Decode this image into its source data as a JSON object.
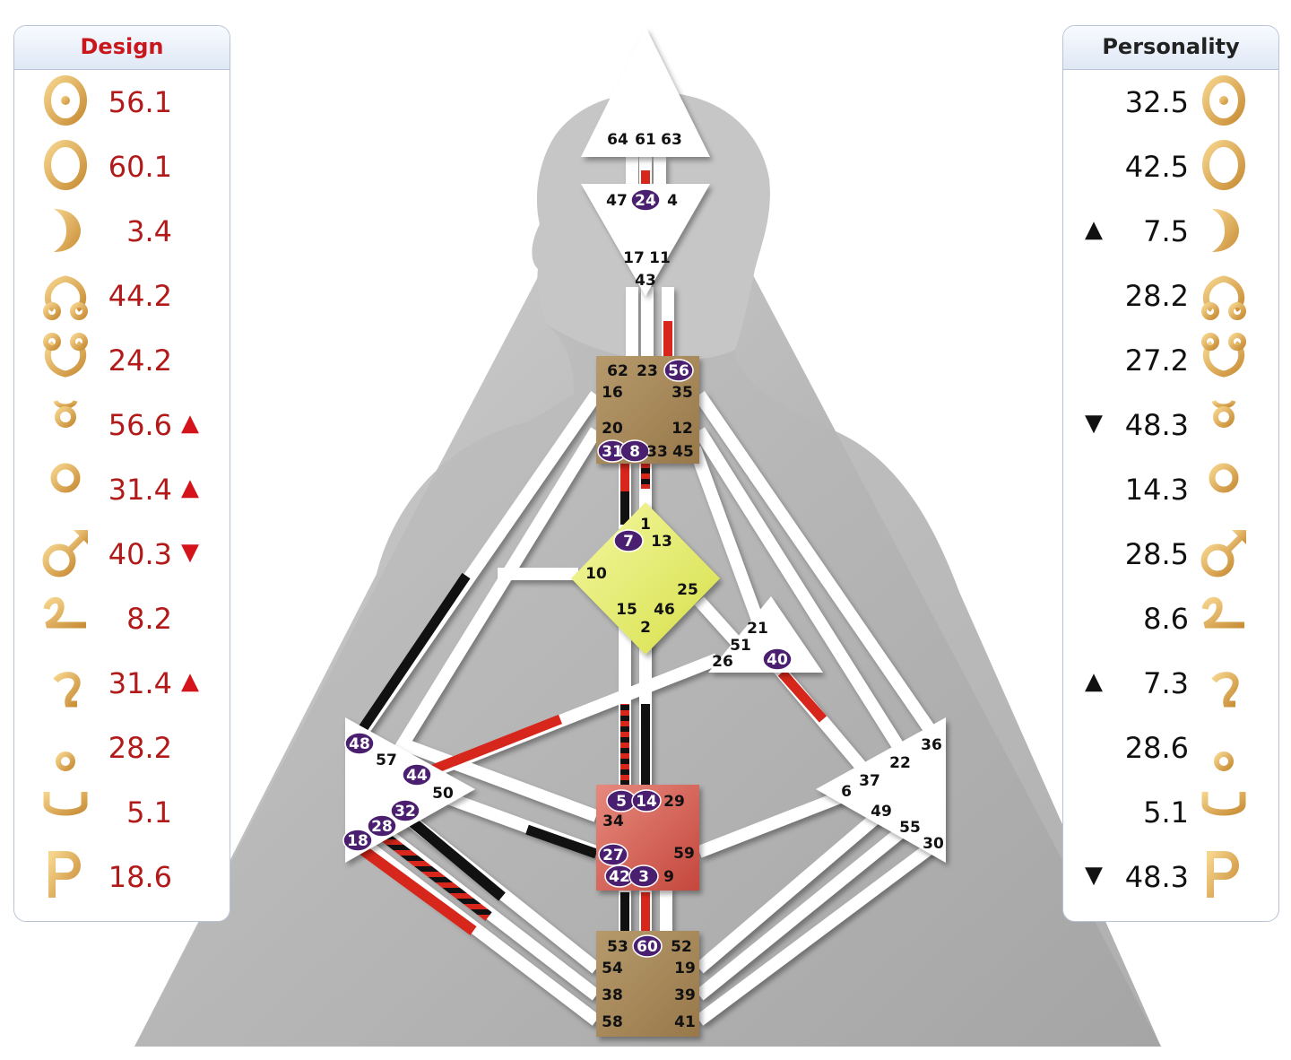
{
  "design": {
    "title": "Design",
    "planets": [
      {
        "icon": "sun-icon",
        "value": "56.1",
        "arrow": ""
      },
      {
        "icon": "earth-icon",
        "value": "60.1",
        "arrow": ""
      },
      {
        "icon": "moon-icon",
        "value": "3.4",
        "arrow": ""
      },
      {
        "icon": "north-node-icon",
        "value": "44.2",
        "arrow": ""
      },
      {
        "icon": "south-node-icon",
        "value": "24.2",
        "arrow": ""
      },
      {
        "icon": "mercury-icon",
        "value": "56.6",
        "arrow": "▲"
      },
      {
        "icon": "venus-icon",
        "value": "31.4",
        "arrow": "▲"
      },
      {
        "icon": "mars-icon",
        "value": "40.3",
        "arrow": "▼"
      },
      {
        "icon": "jupiter-icon",
        "value": "8.2",
        "arrow": ""
      },
      {
        "icon": "saturn-icon",
        "value": "31.4",
        "arrow": "▲"
      },
      {
        "icon": "uranus-icon",
        "value": "28.2",
        "arrow": ""
      },
      {
        "icon": "neptune-icon",
        "value": "5.1",
        "arrow": ""
      },
      {
        "icon": "pluto-icon",
        "value": "18.6",
        "arrow": ""
      }
    ]
  },
  "personality": {
    "title": "Personality",
    "planets": [
      {
        "icon": "sun-icon",
        "value": "32.5",
        "arrow": ""
      },
      {
        "icon": "earth-icon",
        "value": "42.5",
        "arrow": ""
      },
      {
        "icon": "moon-icon",
        "value": "7.5",
        "arrow": "▲"
      },
      {
        "icon": "north-node-icon",
        "value": "28.2",
        "arrow": ""
      },
      {
        "icon": "south-node-icon",
        "value": "27.2",
        "arrow": ""
      },
      {
        "icon": "mercury-icon",
        "value": "48.3",
        "arrow": "▼"
      },
      {
        "icon": "venus-icon",
        "value": "14.3",
        "arrow": ""
      },
      {
        "icon": "mars-icon",
        "value": "28.5",
        "arrow": ""
      },
      {
        "icon": "jupiter-icon",
        "value": "8.6",
        "arrow": ""
      },
      {
        "icon": "saturn-icon",
        "value": "7.3",
        "arrow": "▲"
      },
      {
        "icon": "uranus-icon",
        "value": "28.6",
        "arrow": ""
      },
      {
        "icon": "neptune-icon",
        "value": "5.1",
        "arrow": ""
      },
      {
        "icon": "pluto-icon",
        "value": "48.3",
        "arrow": "▼"
      }
    ]
  },
  "colors": {
    "design_red": "#d7261b",
    "personality_black": "#111111",
    "active_gate": "#4b1f6f",
    "glyph_gold": "#d7a44f",
    "sacral": "#d7685c",
    "g_center": "#e8ef6d",
    "motor_brown": "#a8875a"
  },
  "centers": [
    {
      "name": "head",
      "gates": [
        "64",
        "61",
        "63"
      ],
      "active": []
    },
    {
      "name": "ajna",
      "gates": [
        "47",
        "24",
        "4",
        "17",
        "11",
        "43"
      ],
      "active": [
        "24"
      ]
    },
    {
      "name": "throat",
      "gates": [
        "62",
        "23",
        "56",
        "16",
        "35",
        "20",
        "12",
        "31",
        "8",
        "33",
        "45"
      ],
      "active": [
        "56",
        "31",
        "8"
      ]
    },
    {
      "name": "g",
      "gates": [
        "1",
        "7",
        "13",
        "10",
        "25",
        "15",
        "46",
        "2"
      ],
      "active": [
        "7"
      ]
    },
    {
      "name": "heart",
      "gates": [
        "21",
        "51",
        "26",
        "40"
      ],
      "active": [
        "40"
      ]
    },
    {
      "name": "spleen",
      "gates": [
        "48",
        "57",
        "44",
        "50",
        "32",
        "28",
        "18"
      ],
      "active": [
        "48",
        "44",
        "32",
        "28",
        "18"
      ]
    },
    {
      "name": "solar-plexus",
      "gates": [
        "36",
        "22",
        "37",
        "6",
        "49",
        "55",
        "30"
      ],
      "active": []
    },
    {
      "name": "sacral",
      "gates": [
        "5",
        "14",
        "29",
        "34",
        "27",
        "59",
        "42",
        "3",
        "9"
      ],
      "active": [
        "5",
        "14",
        "27",
        "42",
        "3"
      ]
    },
    {
      "name": "root",
      "gates": [
        "53",
        "60",
        "52",
        "54",
        "19",
        "38",
        "39",
        "58",
        "41"
      ],
      "active": [
        "60"
      ]
    }
  ]
}
